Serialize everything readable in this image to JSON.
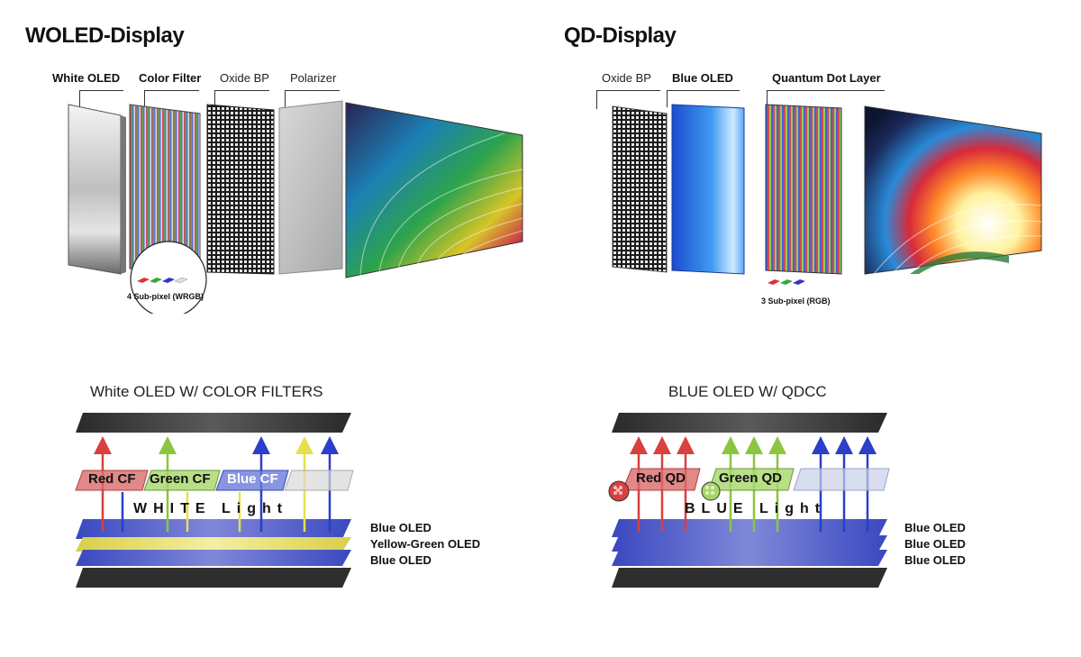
{
  "woled": {
    "title": "WOLED-Display",
    "layers": [
      "White OLED",
      "Color Filter",
      "Oxide BP",
      "Polarizer"
    ],
    "subpixel_caption": "4 Sub-pixel (WRGB)",
    "diagram_title": "White OLED W/ COLOR FILTERS",
    "filters": [
      "Red CF",
      "Green CF",
      "Blue CF"
    ],
    "light_text": "WHITE Light",
    "stack_labels": [
      "Blue OLED",
      "Yellow-Green OLED",
      "Blue OLED"
    ]
  },
  "qd": {
    "title": "QD-Display",
    "layers": [
      "Oxide BP",
      "Blue OLED",
      "Quantum Dot Layer"
    ],
    "subpixel_caption": "3 Sub-pixel (RGB)",
    "diagram_title": "BLUE OLED W/ QDCC",
    "filters": [
      "Red QD",
      "Green QD"
    ],
    "light_text": "BLUE Light",
    "stack_labels": [
      "Blue OLED",
      "Blue OLED",
      "Blue OLED"
    ]
  },
  "colors": {
    "red": "#d94040",
    "green": "#8cc63f",
    "blue": "#2b3fc8",
    "yellow": "#e8e04a",
    "dark_panel": "#2a2a2a"
  }
}
